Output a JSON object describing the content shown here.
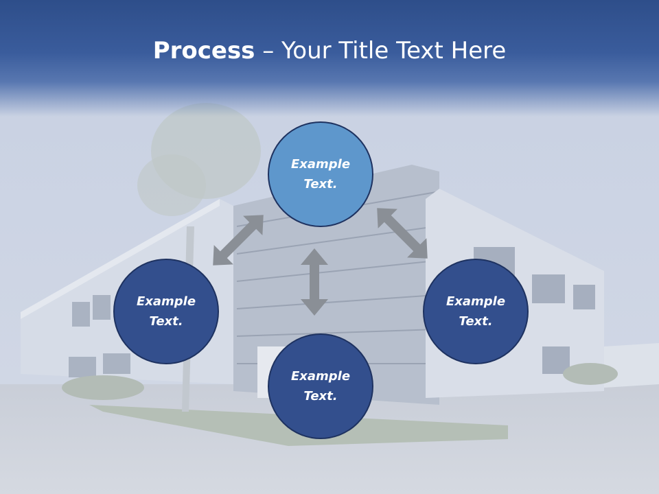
{
  "slide": {
    "title_bold": "Process",
    "title_rest": " – Your Title Text Here"
  },
  "nodes": [
    {
      "line1": "Example",
      "line2": "Text.",
      "fill": "#5e97cc"
    },
    {
      "line1": "Example",
      "line2": "Text.",
      "fill": "#334f8d"
    },
    {
      "line1": "Example",
      "line2": "Text.",
      "fill": "#334f8d"
    },
    {
      "line1": "Example",
      "line2": "Text.",
      "fill": "#334f8d"
    }
  ],
  "colors": {
    "title_band": "#2e4e8a",
    "node_dark": "#334f8d",
    "node_light": "#5e97cc",
    "arrow": "#8a8f96"
  },
  "icons": [
    "double-arrow-icon",
    "double-arrow-icon",
    "double-arrow-icon"
  ]
}
